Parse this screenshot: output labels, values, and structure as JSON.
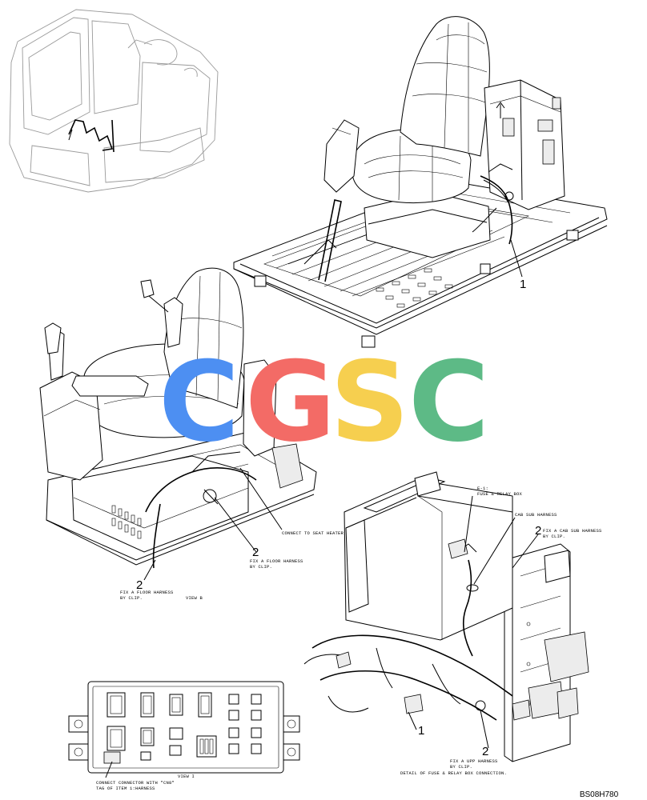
{
  "watermark": {
    "letters": [
      "C",
      "G",
      "S",
      "C"
    ],
    "colors": [
      "#4d8ff2",
      "#f36b66",
      "#f6cf4f",
      "#5dba86"
    ]
  },
  "callouts": {
    "item_1_top": "1",
    "item_2_view_b_right": "2",
    "item_2_view_b_left": "2",
    "item_2_detail": "2",
    "item_1_detail": "1"
  },
  "notes": {
    "connect_seat_heater": "CONNECT TO SEAT HEATER",
    "fix_floor_harness_right": [
      "FIX A FLOOR HARNESS",
      "BY CLIP."
    ],
    "fix_floor_harness_left": [
      "FIX A FLOOR HARNESS",
      "BY CLIP."
    ],
    "view_b": "VIEW B",
    "fuse_relay_box": [
      "E-1:",
      "FUSE & RELAY BOX"
    ],
    "cab_sub_harness": "CAB SUB HARNESS",
    "fix_cab_sub_harness": [
      "FIX A CAB SUB HARNESS",
      "BY CLIP."
    ],
    "fix_upp_harness": [
      "FIX A UPP HARNESS",
      "BY CLIP."
    ],
    "detail_fuse_relay": "DETAIL OF FUSE & RELAY BOX CONNECTION.",
    "connect_connector": [
      "CONNECT CONNECTOR WITH \"CN8\"",
      "TAG OF ITEM 1:HARNESS"
    ],
    "view_i": "VIEW I"
  },
  "drawing_code": "BS08H780"
}
